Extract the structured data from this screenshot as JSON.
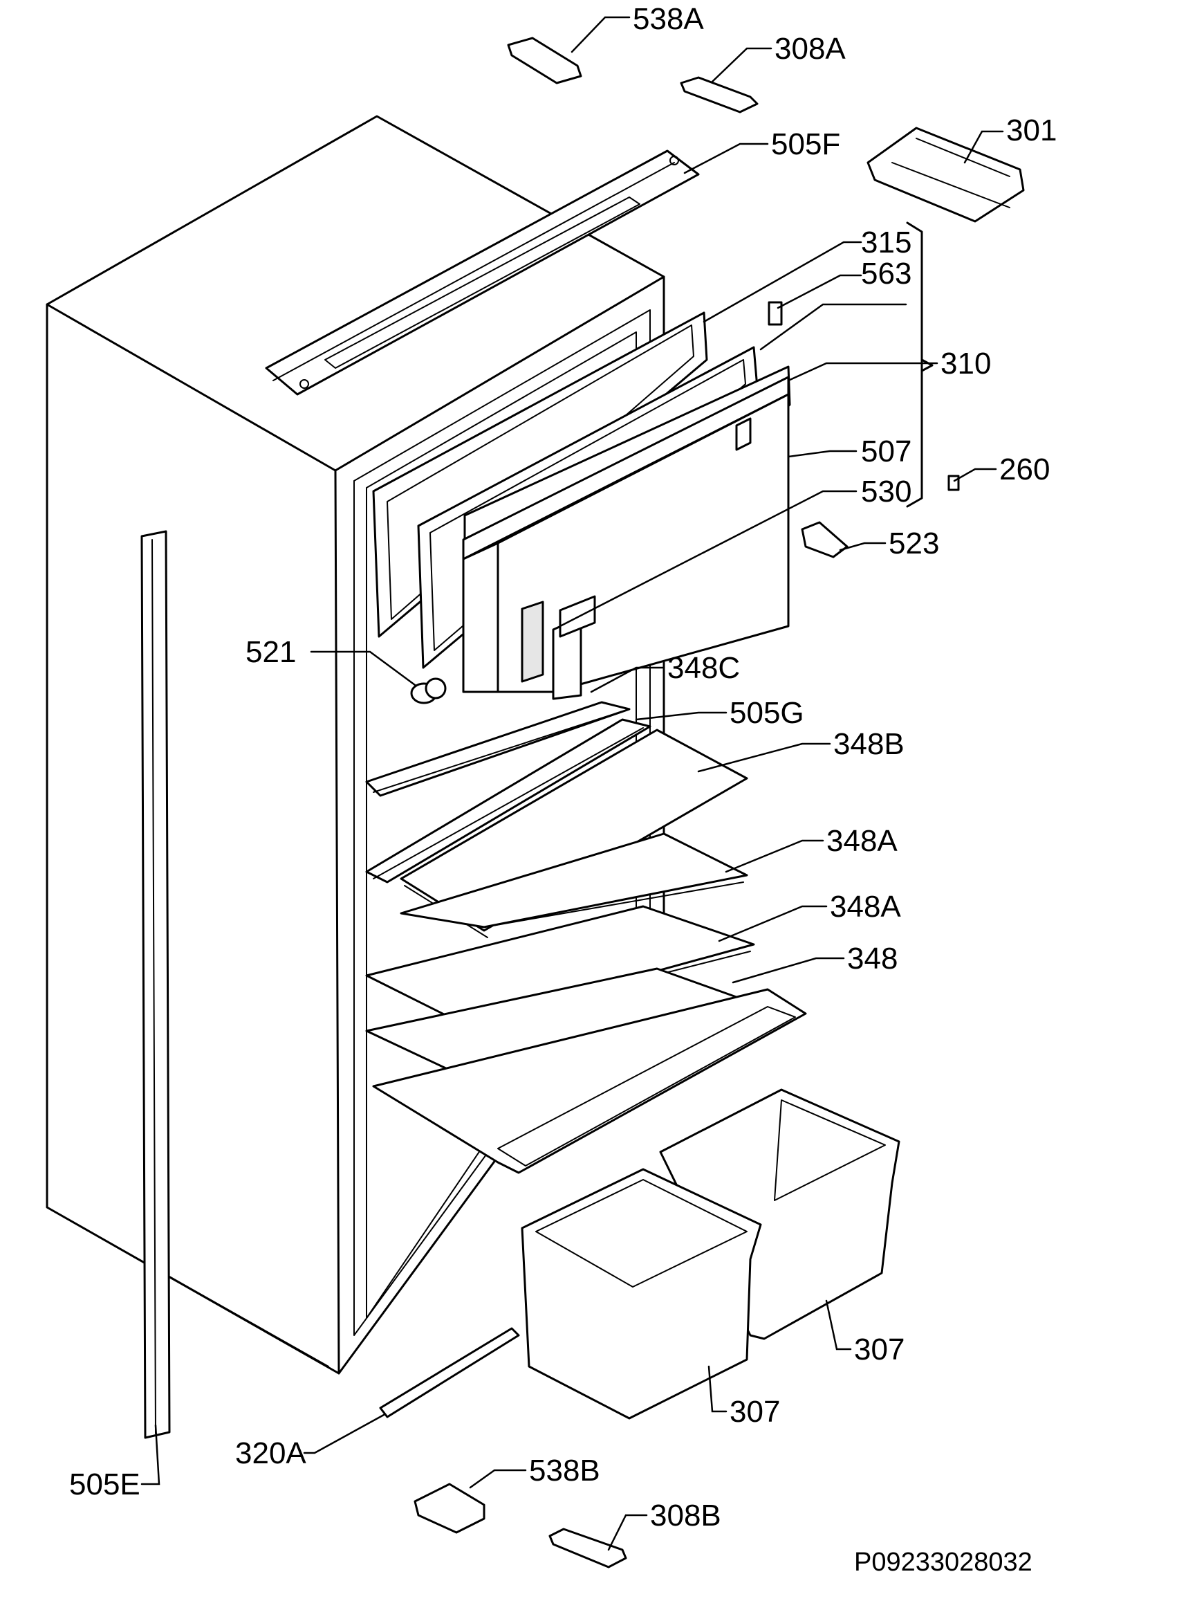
{
  "diagram": {
    "drawing_number": "P09233028032",
    "callouts": [
      {
        "id": "538a",
        "text": "538A"
      },
      {
        "id": "308a",
        "text": "308A"
      },
      {
        "id": "505f",
        "text": "505F"
      },
      {
        "id": "301",
        "text": "301"
      },
      {
        "id": "315",
        "text": "315"
      },
      {
        "id": "563",
        "text": "563"
      },
      {
        "id": "310",
        "text": "310"
      },
      {
        "id": "507",
        "text": "507"
      },
      {
        "id": "530",
        "text": "530"
      },
      {
        "id": "260",
        "text": "260"
      },
      {
        "id": "523",
        "text": "523"
      },
      {
        "id": "521",
        "text": "521"
      },
      {
        "id": "348c",
        "text": "348C"
      },
      {
        "id": "505g",
        "text": "505G"
      },
      {
        "id": "348b",
        "text": "348B"
      },
      {
        "id": "348a-1",
        "text": "348A"
      },
      {
        "id": "348a-2",
        "text": "348A"
      },
      {
        "id": "348",
        "text": "348"
      },
      {
        "id": "307-right",
        "text": "307"
      },
      {
        "id": "307-left",
        "text": "307"
      },
      {
        "id": "320a",
        "text": "320A"
      },
      {
        "id": "505e",
        "text": "505E"
      },
      {
        "id": "538b",
        "text": "538B"
      },
      {
        "id": "308b",
        "text": "308B"
      }
    ]
  }
}
